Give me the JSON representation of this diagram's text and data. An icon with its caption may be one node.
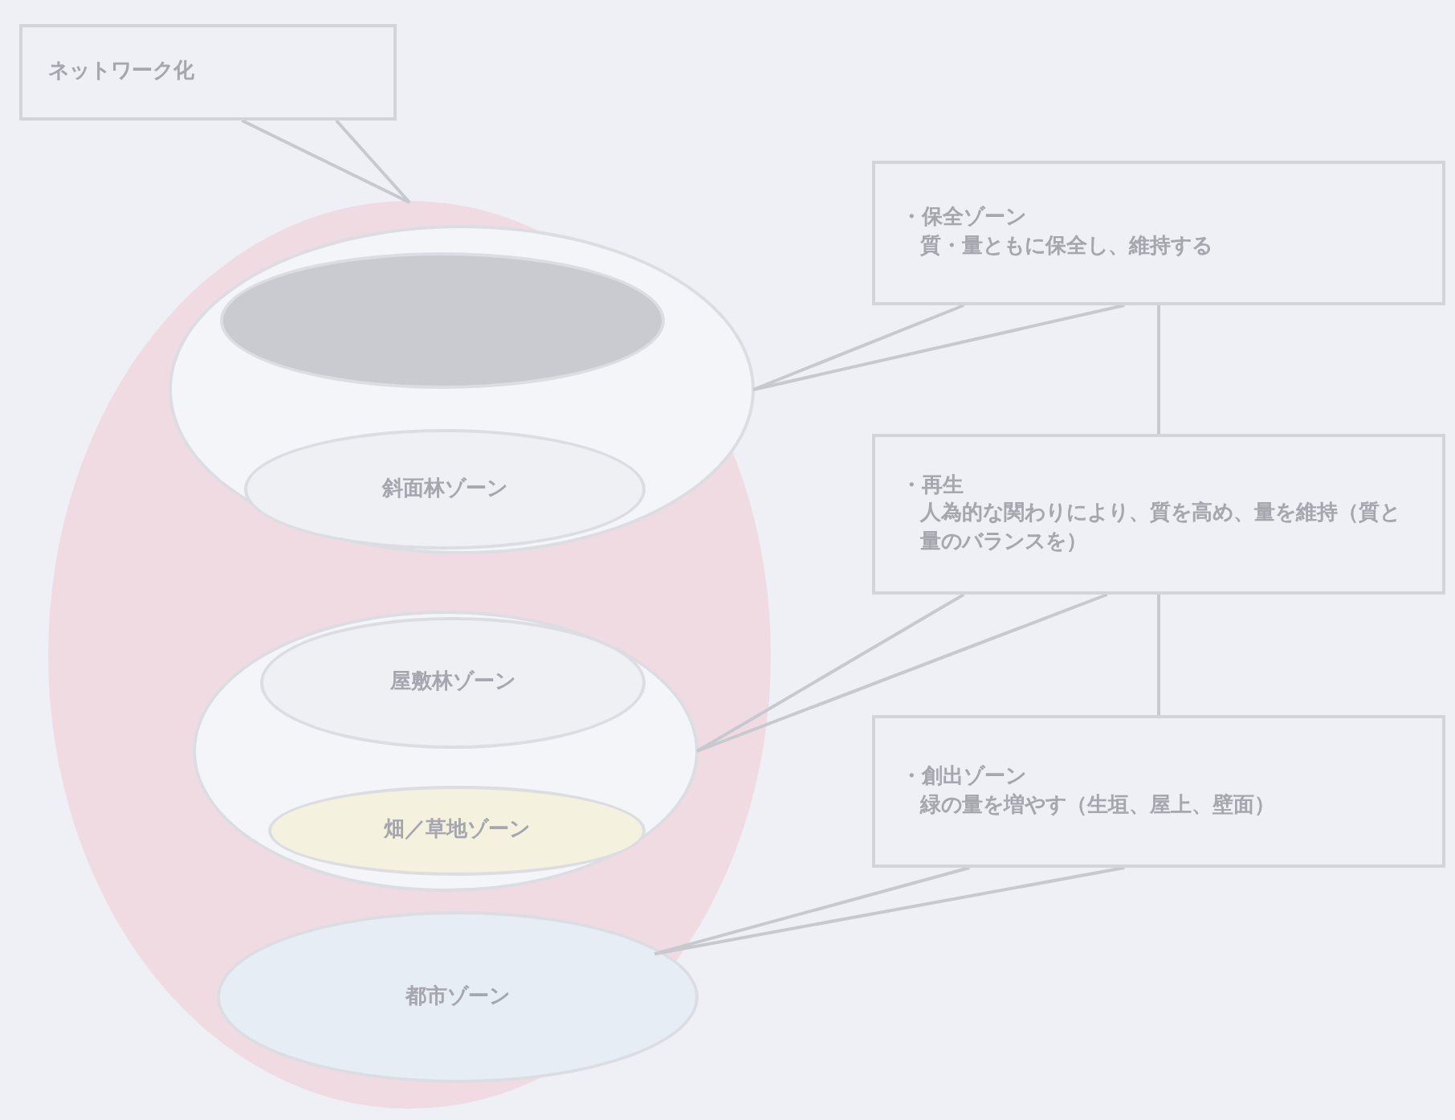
{
  "diagram": {
    "nodes": [
      {
        "text": [
          "ネットワーク化"
        ]
      },
      {
        "text": [],
        "shape": "circle"
      },
      {
        "text": [],
        "shape": "circle",
        "in": 1
      },
      {
        "text": [],
        "shape": "circle",
        "in": 2
      },
      {
        "text": [
          "斜面林ゾーン"
        ],
        "in": 2
      },
      {
        "text": [],
        "shape": "circle",
        "in": 1
      },
      {
        "text": [
          "屋敷林ゾーン"
        ],
        "in": 5
      },
      {
        "text": [
          "畑／草地ゾーン"
        ],
        "in": 5
      },
      {
        "text": [
          "都市ゾーン"
        ],
        "in": 1
      },
      {
        "text": [
          "・保全ゾーン",
          "質・量ともに保全し、維持する"
        ]
      },
      {
        "text": [
          "・再生",
          "人為的な関わりにより、質を高め、量を維持（質と量のバランスを）"
        ]
      },
      {
        "text": [
          "・創出ゾーン",
          "緑の量を増やす（生垣、屋上、壁面）"
        ]
      }
    ],
    "edges": [
      {
        "from": 0,
        "to": 1,
        "arrow": "none"
      },
      {
        "from": 9,
        "to": 2,
        "arrow": "none"
      },
      {
        "from": 10,
        "to": 5,
        "arrow": "none"
      },
      {
        "from": 11,
        "to": 8,
        "arrow": "none"
      },
      {
        "from": 9,
        "to": 10,
        "arrow": "none"
      },
      {
        "from": 10,
        "to": 11,
        "arrow": "none"
      }
    ]
  }
}
